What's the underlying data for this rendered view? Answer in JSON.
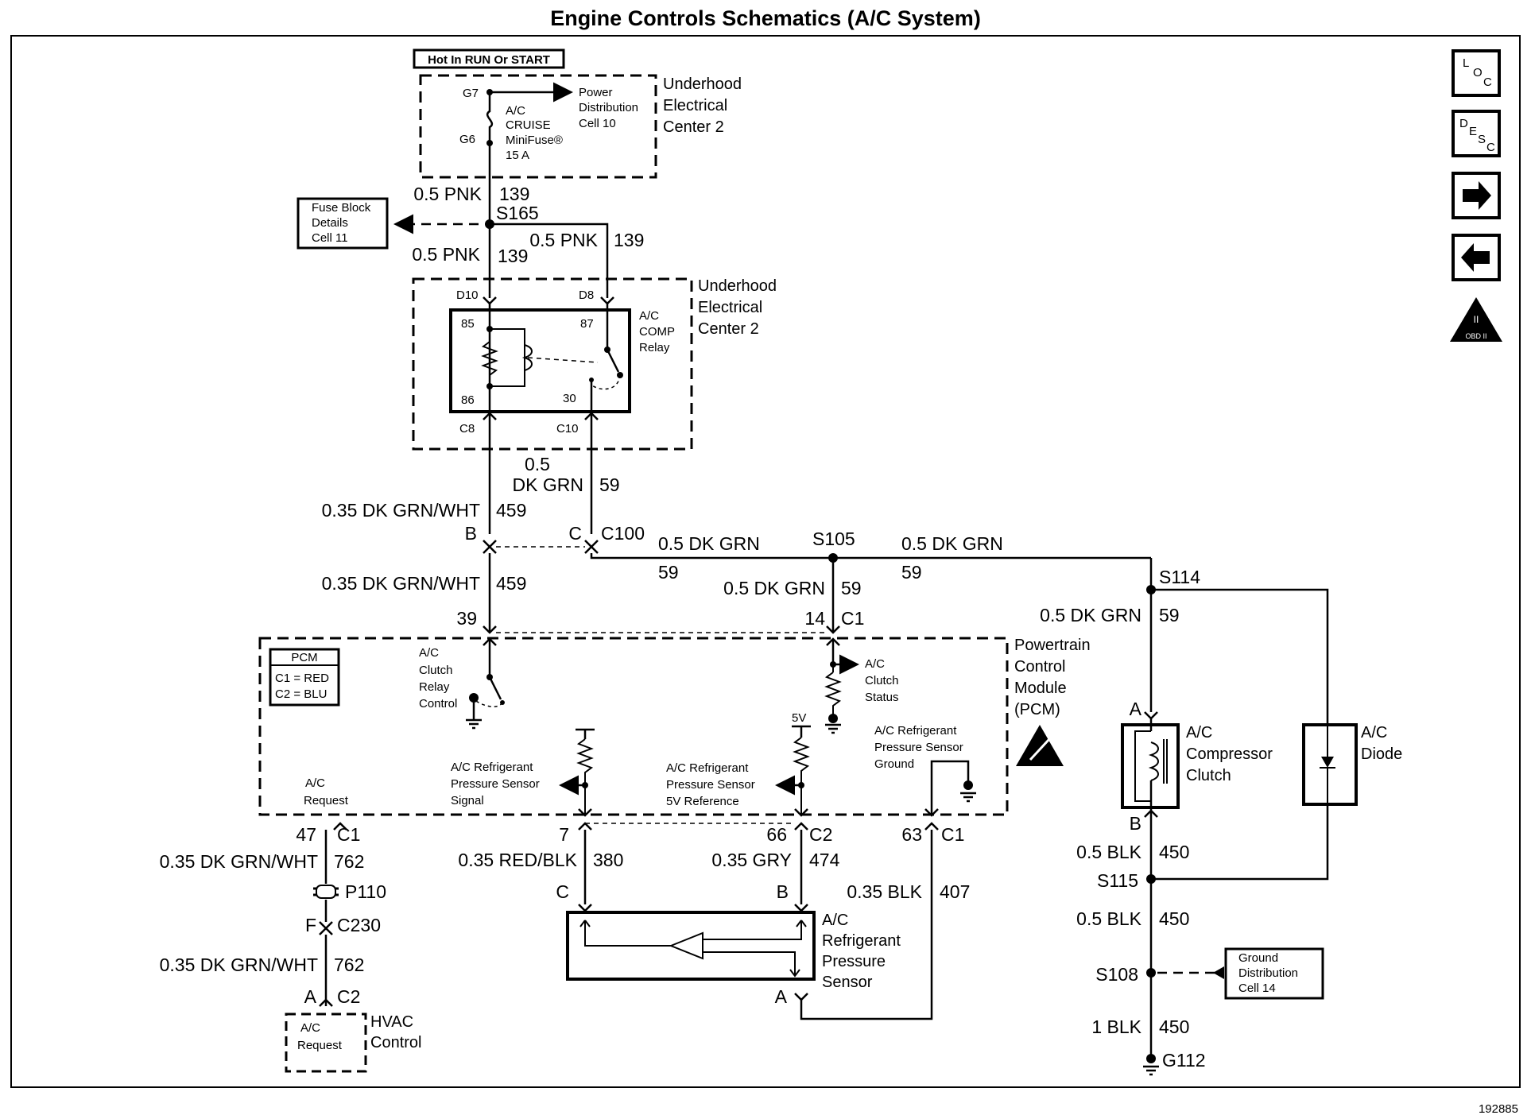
{
  "title": "Engine Controls Schematics (A/C System)",
  "footer_id": "192885",
  "nav": {
    "loc": [
      "L",
      "O",
      "C"
    ],
    "desc": [
      "D",
      "E",
      "S",
      "C"
    ],
    "obd_top": "II",
    "obd_bottom": "OBD II"
  },
  "labels": {
    "hot_in_run": "Hot In RUN Or START",
    "uec2_top": [
      "Underhood",
      "Electrical",
      "Center 2"
    ],
    "uec2_mid": [
      "Underhood",
      "Electrical",
      "Center 2"
    ],
    "g7": "G7",
    "g6": "G6",
    "fuse_name": [
      "A/C",
      "CRUISE",
      "MiniFuse®",
      "15 A"
    ],
    "power_dist": [
      "Power",
      "Distribution",
      "Cell 10"
    ],
    "fuse_block": [
      "Fuse Block",
      "Details",
      "Cell 11"
    ],
    "w_05pnk_a": "0.5 PNK",
    "c139_a": "139",
    "s165": "S165",
    "w_05pnk_b": "0.5 PNK",
    "c139_b": "139",
    "w_05pnk_c": "0.5 PNK",
    "c139_c": "139",
    "d10": "D10",
    "d8": "D8",
    "r85": "85",
    "r87": "87",
    "r86": "86",
    "r30": "30",
    "relay_name": [
      "A/C",
      "COMP",
      "Relay"
    ],
    "c8": "C8",
    "c10": "C10",
    "w_05dkgrn_a": [
      "0.5",
      "DK GRN"
    ],
    "c59_a": "59",
    "w_035dkgw_a": "0.35 DK GRN/WHT",
    "c459_a": "459",
    "pin_b": "B",
    "pin_c": "C",
    "c100": "C100",
    "w_05dkgrn_b": "0.5 DK GRN",
    "c59_b": "59",
    "s105": "S105",
    "w_05dkgrn_c": "0.5 DK GRN",
    "c59_c": "59",
    "s114": "S114",
    "w_035dkgw_b": "0.35 DK GRN/WHT",
    "c459_b": "459",
    "w_05dkgrn_d": "0.5 DK GRN",
    "c59_d": "59",
    "w_05dkgrn_e": "0.5 DK GRN",
    "c59_e": "59",
    "p39": "39",
    "p14": "14",
    "pc1a": "C1",
    "pcm_box": [
      "PCM",
      "C1 = RED",
      "C2 = BLU"
    ],
    "clutch_relay_ctrl": [
      "A/C",
      "Clutch",
      "Relay",
      "Control"
    ],
    "clutch_status": [
      "A/C",
      "Clutch",
      "Status"
    ],
    "pcm_name": [
      "Powertrain",
      "Control",
      "Module",
      "(PCM)"
    ],
    "five_v": "5V",
    "ref_ground": [
      "A/C Refrigerant",
      "Pressure Sensor",
      "Ground"
    ],
    "ref_signal": [
      "A/C Refrigerant",
      "Pressure Sensor",
      "Signal"
    ],
    "ref_5v": [
      "A/C Refrigerant",
      "Pressure Sensor",
      "5V Reference"
    ],
    "ac_request": [
      "A/C",
      "Request"
    ],
    "pA_clutch": "A",
    "pB_clutch": "B",
    "comp_clutch": [
      "A/C",
      "Compressor",
      "Clutch"
    ],
    "diode": [
      "A/C",
      "Diode"
    ],
    "p47": "47",
    "pc1b": "C1",
    "p7": "7",
    "p66": "66",
    "pc2a": "C2",
    "p63": "63",
    "pc1c": "C1",
    "w_035dkgw_c": "0.35 DK GRN/WHT",
    "c762_a": "762",
    "w_035redblk": "0.35 RED/BLK",
    "c380": "380",
    "w_035gry": "0.35 GRY",
    "c474": "474",
    "w_035blk": "0.35 BLK",
    "c407": "407",
    "p110": "P110",
    "pF": "F",
    "c230": "C230",
    "w_035dkgw_d": "0.35 DK GRN/WHT",
    "c762_b": "762",
    "pA_hvac": "A",
    "pc2b": "C2",
    "hvac_req": [
      "A/C",
      "Request"
    ],
    "hvac_ctrl": [
      "HVAC",
      "Control"
    ],
    "sensor_pC": "C",
    "sensor_pB": "B",
    "sensor_pA": "A",
    "sensor_name": [
      "A/C",
      "Refrigerant",
      "Pressure",
      "Sensor"
    ],
    "w_05blk_a": "0.5 BLK",
    "c450_a": "450",
    "s115": "S115",
    "w_05blk_b": "0.5 BLK",
    "c450_b": "450",
    "s108": "S108",
    "ground_dist": [
      "Ground",
      "Distribution",
      "Cell 14"
    ],
    "w_1blk": "1 BLK",
    "c450_c": "450",
    "g112": "G112"
  }
}
